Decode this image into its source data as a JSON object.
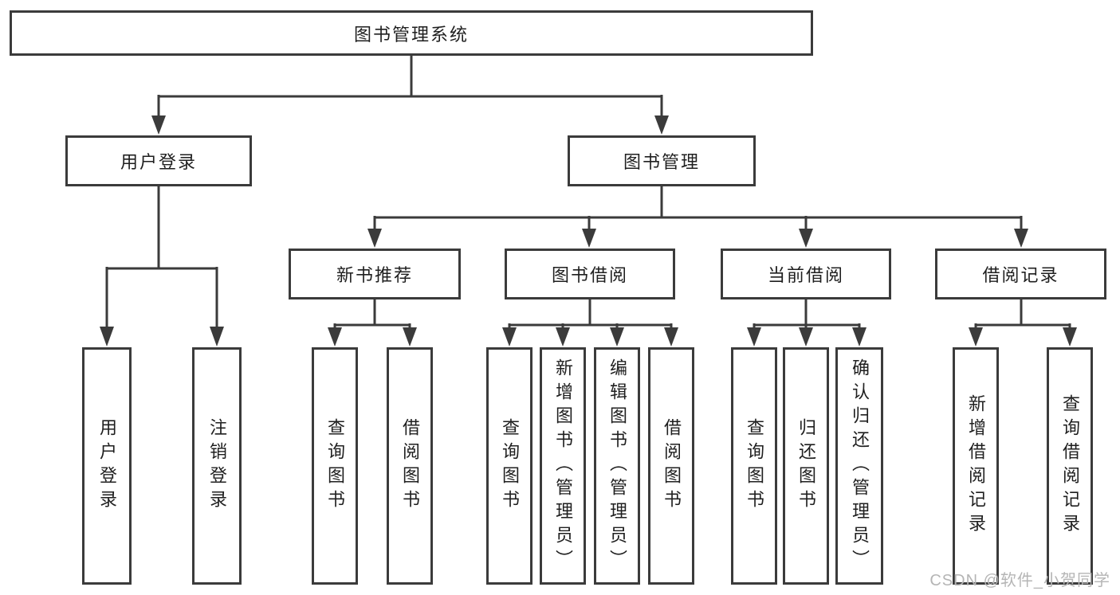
{
  "diagram": {
    "type": "hierarchy-tree",
    "root": {
      "label": "图书管理系统"
    },
    "level2": [
      {
        "id": "user-login",
        "label": "用户登录",
        "parent": "图书管理系统"
      },
      {
        "id": "book-management",
        "label": "图书管理",
        "parent": "图书管理系统"
      }
    ],
    "level3": [
      {
        "id": "new-book-recommendation",
        "label": "新书推荐",
        "parent": "图书管理"
      },
      {
        "id": "book-borrowing",
        "label": "图书借阅",
        "parent": "图书管理"
      },
      {
        "id": "current-borrowing",
        "label": "当前借阅",
        "parent": "图书管理"
      },
      {
        "id": "borrowing-records",
        "label": "借阅记录",
        "parent": "图书管理"
      }
    ],
    "level4": [
      {
        "label": "用户登录",
        "parent": "用户登录"
      },
      {
        "label": "注销登录",
        "parent": "用户登录"
      },
      {
        "label": "查询图书",
        "parent": "新书推荐"
      },
      {
        "label": "借阅图书",
        "parent": "新书推荐"
      },
      {
        "label": "查询图书",
        "parent": "图书借阅"
      },
      {
        "label": "新增图书（管理员）",
        "parent": "图书借阅"
      },
      {
        "label": "编辑图书（管理员）",
        "parent": "图书借阅"
      },
      {
        "label": "借阅图书",
        "parent": "图书借阅"
      },
      {
        "label": "查询图书",
        "parent": "当前借阅"
      },
      {
        "label": "归还图书",
        "parent": "当前借阅"
      },
      {
        "label": "确认归还（管理员）",
        "parent": "当前借阅"
      },
      {
        "label": "新增借阅记录",
        "parent": "借阅记录"
      },
      {
        "label": "查询借阅记录",
        "parent": "借阅记录"
      }
    ]
  },
  "watermark": {
    "text": "CSDN @软件_小贺同学"
  },
  "colors": {
    "line": "#3b3b3b",
    "box_border": "#3b3b3b",
    "text": "#1f1f1f",
    "background": "#ffffff",
    "watermark": "#b5b5b5"
  }
}
